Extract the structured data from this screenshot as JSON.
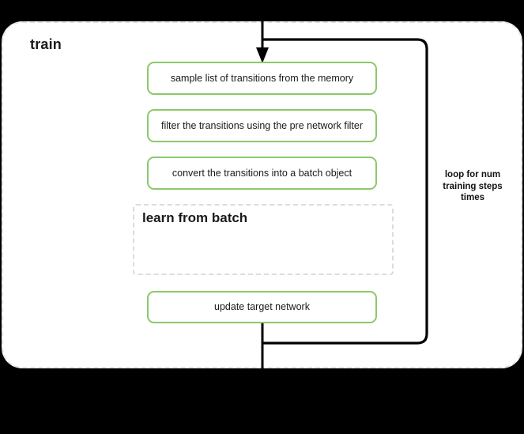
{
  "diagram": {
    "type": "flowchart",
    "background_color": "#000000",
    "scope": {
      "title": "train",
      "border_style": "dashed",
      "border_color": "#e3e3e3",
      "fill_color": "#ffffff"
    },
    "steps": [
      {
        "id": "sample",
        "label": "sample list of transitions from the memory",
        "shape": "rounded-rect",
        "border_color": "#8bc96a"
      },
      {
        "id": "filter",
        "label": "filter the transitions using the pre network filter",
        "shape": "rounded-rect",
        "border_color": "#8bc96a"
      },
      {
        "id": "convert",
        "label": "convert the transitions into a batch object",
        "shape": "rounded-rect",
        "border_color": "#8bc96a"
      },
      {
        "id": "update",
        "label": "update target network",
        "shape": "rounded-rect",
        "border_color": "#8bc96a"
      }
    ],
    "sub_scope": {
      "title": "learn from batch",
      "border_style": "dashed",
      "border_color": "#dcdcdc"
    },
    "loop": {
      "label_line1": "loop for num",
      "label_line2": "training steps",
      "label_line3": "times",
      "label_full": "loop for num training steps times",
      "edge_color": "#000000"
    },
    "connectors": {
      "entry_arrow": "arrow-down-into-sample",
      "exit_line": "line-down-from-update"
    }
  }
}
